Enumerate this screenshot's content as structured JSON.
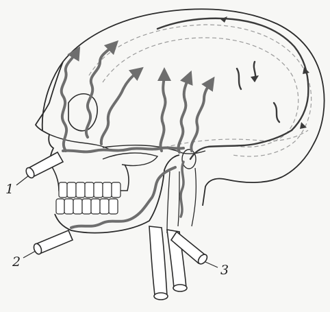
{
  "diagram": {
    "callouts": [
      {
        "id": "1",
        "label": "1"
      },
      {
        "id": "2",
        "label": "2"
      },
      {
        "id": "3",
        "label": "3"
      }
    ]
  },
  "colors": {
    "ink": "#2a2a2a",
    "flow": "#6e6e6e",
    "dashed": "#9a9a9a",
    "background": "#f7f7f5"
  }
}
